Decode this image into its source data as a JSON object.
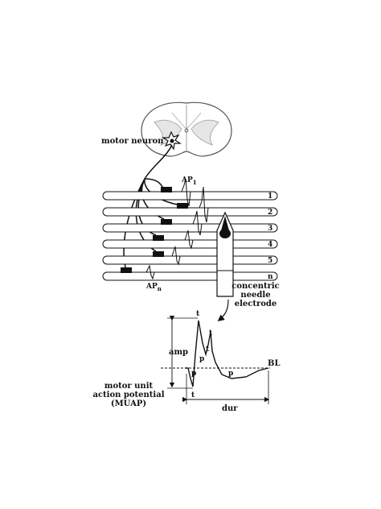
{
  "labels": {
    "motor_neuron": "motor neuron",
    "ap_first": "AP",
    "ap_first_sub": "1",
    "ap_last": "AP",
    "ap_last_sub": "n",
    "electrode": [
      "concentric",
      "needle",
      "electrode"
    ],
    "amp": "amp",
    "dur": "dur",
    "baseline": "BL",
    "muap": [
      "motor unit",
      "action potential",
      "(MUAP)"
    ],
    "peak_t": "t",
    "phase_p": "p"
  },
  "fibers": [
    "1",
    "2",
    "3",
    "4",
    "5",
    "n"
  ],
  "colors": {
    "ink": "#111111",
    "fiber_fill": "#ffffff",
    "cord_stroke": "#666666"
  }
}
